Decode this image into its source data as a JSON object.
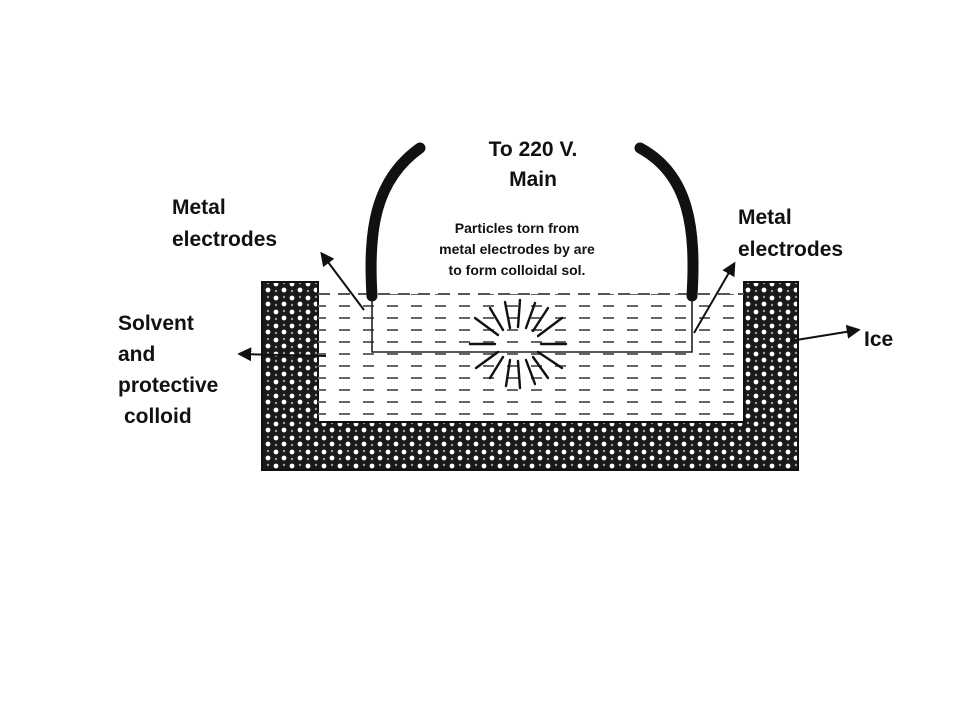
{
  "labels": {
    "power_line1": "To 220 V.",
    "power_line2": "Main",
    "particles_line1": "Particles torn from",
    "particles_line2": "metal electrodes by are",
    "particles_line3": "to form colloidal sol.",
    "left_electrodes_line1": "Metal",
    "left_electrodes_line2": "electrodes",
    "right_electrodes_line1": "Metal",
    "right_electrodes_line2": "electrodes",
    "solvent_line1": "Solvent",
    "solvent_line2": "and",
    "solvent_line3": "protective",
    "solvent_line4": "colloid",
    "ice": "Ice"
  },
  "colors": {
    "ink": "#111111",
    "ice": "#1a1a1a",
    "background": "#ffffff"
  }
}
